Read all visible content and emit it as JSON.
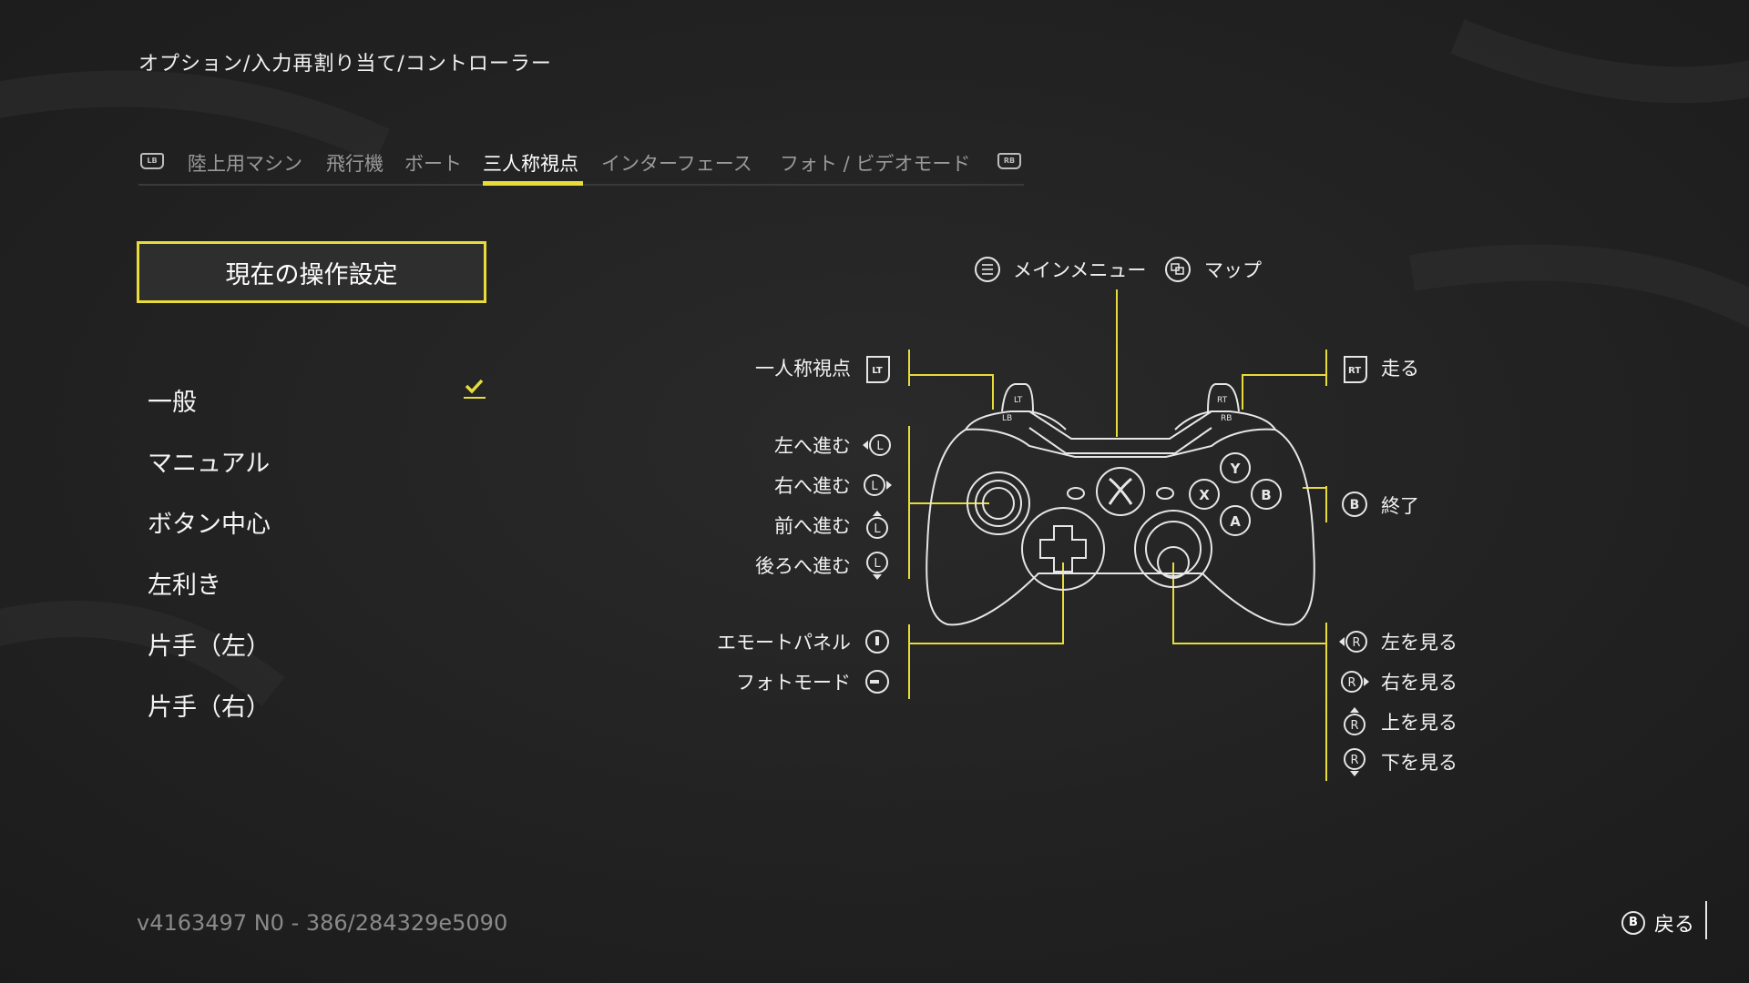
{
  "breadcrumb": "オプション/入力再割り当て/コントローラー",
  "tabs": {
    "left_bumper": "LB",
    "right_bumper": "RB",
    "items": [
      "陸上用マシン",
      "飛行機",
      "ボート",
      "三人称視点",
      "インターフェース",
      "フォト / ビデオモード"
    ],
    "active_index": 3
  },
  "current_settings_label": "現在の操作設定",
  "presets": [
    "一般",
    "マニュアル",
    "ボタン中心",
    "左利き",
    "片手（左）",
    "片手（右）"
  ],
  "selected_preset": 0,
  "mapping": {
    "menu": "メインメニュー",
    "map": "マップ",
    "lt": "一人称視点",
    "rt": "走る",
    "move_left": "左へ進む",
    "move_right": "右へ進む",
    "move_forward": "前へ進む",
    "move_back": "後ろへ進む",
    "b_button": "終了",
    "emote": "エモートパネル",
    "photo": "フォトモード",
    "look_left": "左を見る",
    "look_right": "右を見る",
    "look_up": "上を見る",
    "look_down": "下を見る"
  },
  "controller_glyphs": {
    "lt": "LT",
    "rt": "RT",
    "lb": "LB",
    "rb": "RB",
    "y": "Y",
    "x": "X",
    "b": "B",
    "a": "A",
    "ls": "L",
    "rs": "R"
  },
  "version": "v4163497 N0 - 386/284329e5090",
  "back": {
    "glyph": "B",
    "label": "戻る"
  },
  "colors": {
    "accent": "#e8dc3a",
    "background": "#242424"
  }
}
